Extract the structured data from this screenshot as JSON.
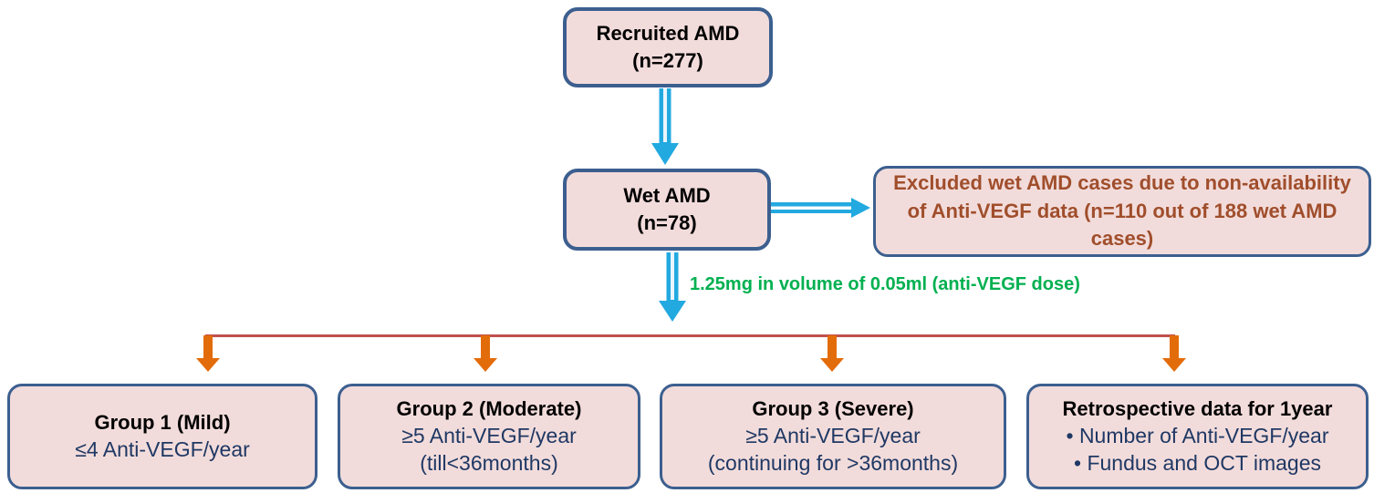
{
  "diagram": {
    "type": "flowchart",
    "topic": "AMD study recruitment and grouping flow",
    "nodes": {
      "recruited": {
        "line1": "Recruited AMD",
        "line2": "(n=277)"
      },
      "wet_amd": {
        "line1": "Wet AMD",
        "line2": "(n=78)"
      },
      "excluded": {
        "text": "Excluded wet AMD cases due to non-availability of Anti-VEGF data (n=110 out of 188 wet AMD cases)"
      },
      "dose_label": {
        "text": "1.25mg in volume of 0.05ml (anti-VEGF dose)"
      },
      "group1": {
        "title": "Group 1 (Mild)",
        "criteria": "≤4 Anti-VEGF/year"
      },
      "group2": {
        "title": "Group 2 (Moderate)",
        "criteria": "≥5 Anti-VEGF/year",
        "duration": "(till<36months)"
      },
      "group3": {
        "title": "Group 3 (Severe)",
        "criteria": "≥5 Anti-VEGF/year",
        "duration": "(continuing for >36months)"
      },
      "retrospective": {
        "title": "Retrospective data for 1year",
        "bullets": [
          "• Number of Anti-VEGF/year",
          "• Fundus and OCT images"
        ]
      }
    },
    "connectors": {
      "recruited_to_wet": "cyan down arrow",
      "wet_to_excluded": "cyan right arrow",
      "wet_to_branch": "cyan down arrow",
      "branch_line": "red horizontal line with 4 orange down arrows"
    },
    "colors": {
      "box_fill": "#F2DCDB",
      "box_border": "#3C5F8F",
      "cyan_arrow": "#22A9E0",
      "orange_arrow": "#E36C0A",
      "branch_line": "#C0504D",
      "excluded_text": "#A04E2C",
      "group_text": "#1F3864",
      "dose_text": "#00B050",
      "title_text": "#000000"
    }
  }
}
